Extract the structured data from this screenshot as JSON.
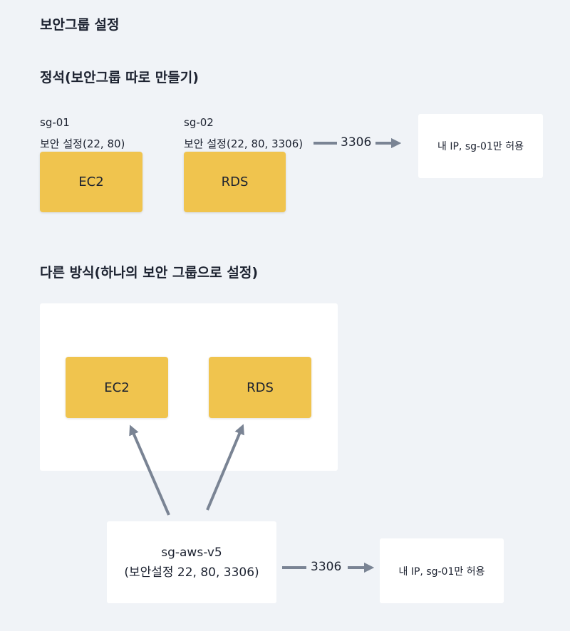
{
  "page_title": "보안그룹 설정",
  "section1": {
    "heading": "정석(보안그룹 따로 만들기)",
    "ec2_group": {
      "sg_name": "sg-01",
      "rule": "보안 설정(22, 80)",
      "box_label": "EC2"
    },
    "rds_group": {
      "sg_name": "sg-02",
      "rule": "보안 설정(22, 80, 3306)",
      "box_label": "RDS"
    },
    "port_label": "3306",
    "target_label": "내 IP, sg-01만 허용"
  },
  "section2": {
    "heading": "다른 방식(하나의 보안 그룹으로 설정)",
    "ec2_label": "EC2",
    "rds_label": "RDS",
    "sg_name": "sg-aws-v5",
    "sg_rule": "(보안설정 22, 80, 3306)",
    "port_label": "3306",
    "target_label": "내 IP, sg-01만 허용"
  },
  "colors": {
    "box": "#f0c44e",
    "arrow": "#7a8494",
    "card": "#ffffff",
    "background": "#f0f3f7"
  }
}
